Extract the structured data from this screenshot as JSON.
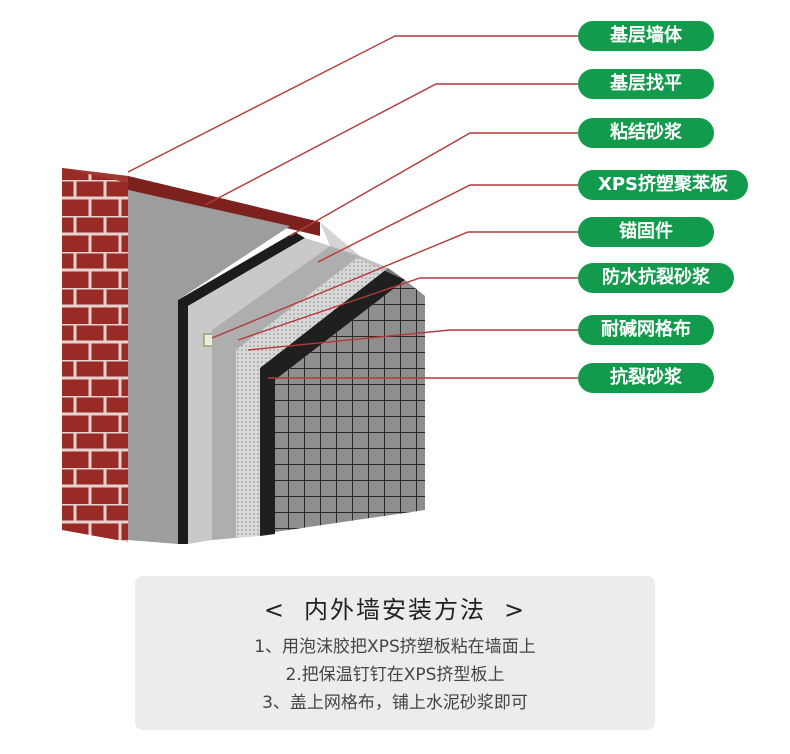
{
  "layers": [
    {
      "label": "基层墙体"
    },
    {
      "label": "基层找平"
    },
    {
      "label": "粘结砂浆"
    },
    {
      "label": "XPS挤塑聚苯板"
    },
    {
      "label": "锚固件"
    },
    {
      "label": "防水抗裂砂浆"
    },
    {
      "label": "耐碱网格布"
    },
    {
      "label": "抗裂砂浆"
    }
  ],
  "colors": {
    "label_green": "#129a4d",
    "brick": "#9a2a26",
    "leader_line": "#b33a3a",
    "card_bg": "#ececec"
  },
  "method": {
    "left_bracket": "<",
    "title": "内外墙安装方法",
    "right_bracket": ">",
    "steps": [
      "1、用泡沫胶把XPS挤塑板粘在墙面上",
      "2.把保温钉钉在XPS挤型板上",
      "3、盖上网格布，铺上水泥砂浆即可"
    ]
  }
}
